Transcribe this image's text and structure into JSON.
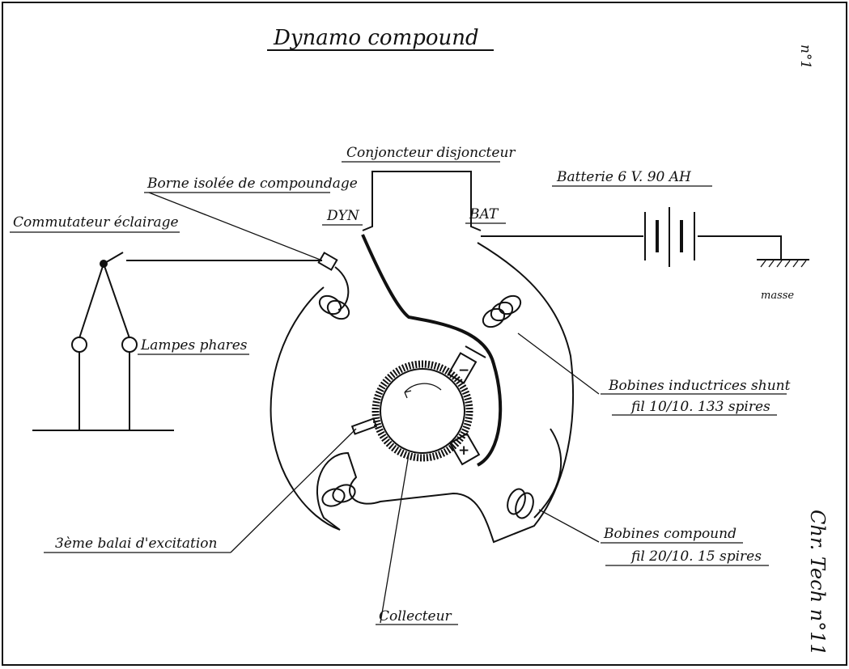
{
  "title": "Dynamo compound",
  "sheet_number": "n°1",
  "reference": "Chr. Tech n°11",
  "labels": {
    "conjoncteur": "Conjoncteur disjoncteur",
    "borne": "Borne isolée de compoundage",
    "commutateur": "Commutateur éclairage",
    "dyn": "DYN",
    "bat": "BAT",
    "batterie": "Batterie 6 V. 90 AH",
    "masse": "masse",
    "lampes": "Lampes phares",
    "shunt_1": "Bobines inductrices shunt",
    "shunt_2": "fil 10/10. 133 spires",
    "compound_1": "Bobines compound",
    "compound_2": "fil 20/10. 15 spires",
    "balai": "3ème balai d'excitation",
    "collecteur": "Collecteur",
    "minus": "−",
    "plus": "+"
  }
}
